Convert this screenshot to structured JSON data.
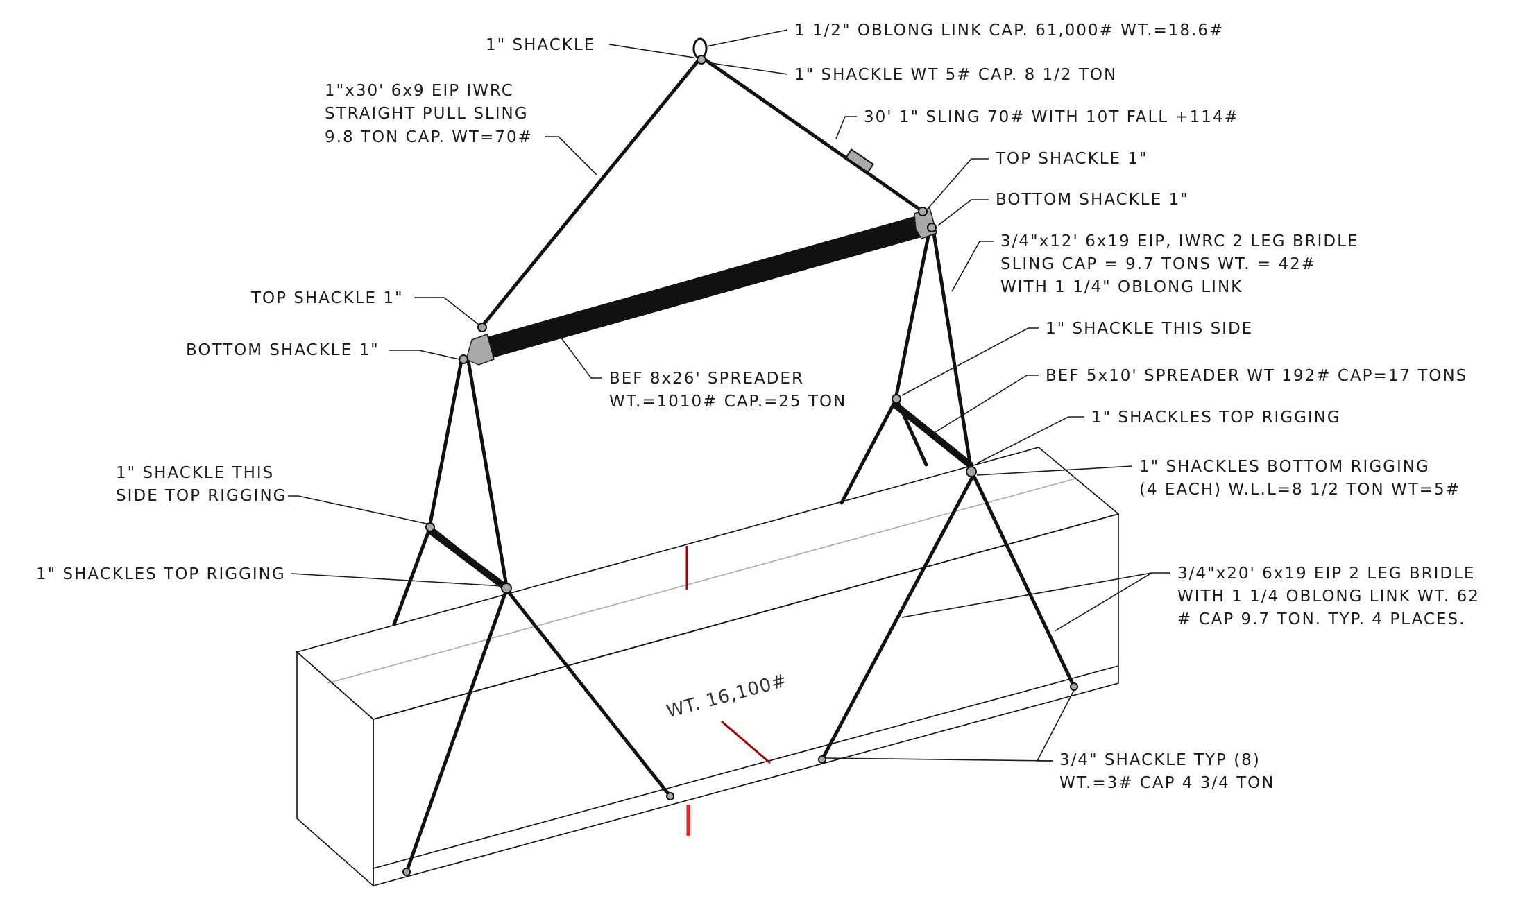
{
  "colors": {
    "box_front": "#dd0000",
    "box_top": "#ff0000",
    "box_side": "#6a0000",
    "rope": "#111111",
    "hardware": "#a9a9a9",
    "background": "#ffffff"
  },
  "load": {
    "weight_label": "WT. 16,100#"
  },
  "labels": {
    "shackle_top": "1\" SHACKLE",
    "oblong_link": "1 1/2\" OBLONG LINK CAP. 61,000# WT.=18.6#",
    "shackle_wt5": "1\" SHACKLE WT 5# CAP. 8 1/2 TON",
    "sling_30": "30' 1\" SLING 70# WITH 10T FALL +114#",
    "straight_sling": [
      "1\"x30' 6x9 EIP IWRC",
      "STRAIGHT PULL SLING",
      "9.8 TON CAP. WT=70#"
    ],
    "top_shackle_right": "TOP SHACKLE 1\"",
    "bottom_shackle_right": "BOTTOM SHACKLE 1\"",
    "bridle_12": [
      "3/4\"x12' 6x19 EIP, IWRC 2 LEG BRIDLE",
      "SLING CAP = 9.7 TONS WT. = 42#",
      "WITH 1 1/4\" OBLONG LINK"
    ],
    "top_shackle_left": "TOP SHACKLE 1\"",
    "bottom_shackle_left": "BOTTOM SHACKLE 1\"",
    "shackle_this_side": "1\" SHACKLE THIS SIDE",
    "spreader_8x26": [
      "BEF 8x26' SPREADER",
      "WT.=1010# CAP.=25 TON"
    ],
    "spreader_5x10": "BEF 5x10' SPREADER WT 192# CAP=17 TONS",
    "shackles_top_rigging_right": "1\" SHACKLES TOP RIGGING",
    "shackle_this_side_top": [
      "1\" SHACKLE THIS",
      "SIDE TOP RIGGING"
    ],
    "shackles_bottom_rigging": [
      "1\" SHACKLES BOTTOM RIGGING",
      "(4 EACH) W.L.L=8 1/2 TON WT=5#"
    ],
    "shackles_top_rigging_left": "1\" SHACKLES TOP RIGGING",
    "bridle_20": [
      "3/4\"x20' 6x19 EIP 2 LEG BRIDLE",
      "WITH 1 1/4 OBLONG LINK WT. 62",
      "# CAP 9.7 TON. TYP. 4 PLACES."
    ],
    "shackle_34": [
      "3/4\" SHACKLE TYP (8)",
      "WT.=3# CAP 4 3/4 TON"
    ]
  }
}
